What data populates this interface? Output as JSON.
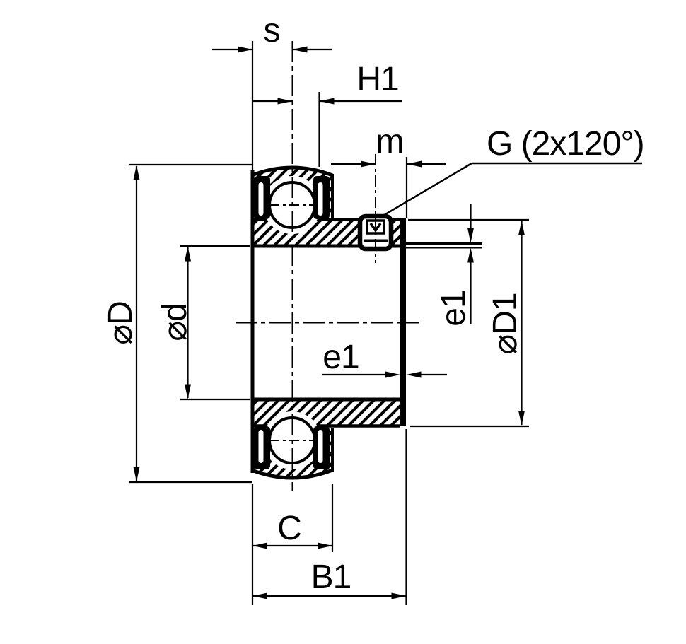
{
  "page": {
    "background_color": "#ffffff",
    "ink_color": "#000000"
  },
  "drawing": {
    "kind": "technical-drawing",
    "subject": "radial insert ball bearing cross-section with set screws",
    "labels": {
      "s": "s",
      "h1": "H1",
      "m": "m",
      "g": "G (2x120°)",
      "dia_D": "⌀D",
      "dia_d": "⌀d",
      "e1_axial": "e1",
      "e1_radial": "e1",
      "dia_D1": "⌀D1",
      "c": "C",
      "b1": "B1"
    }
  }
}
